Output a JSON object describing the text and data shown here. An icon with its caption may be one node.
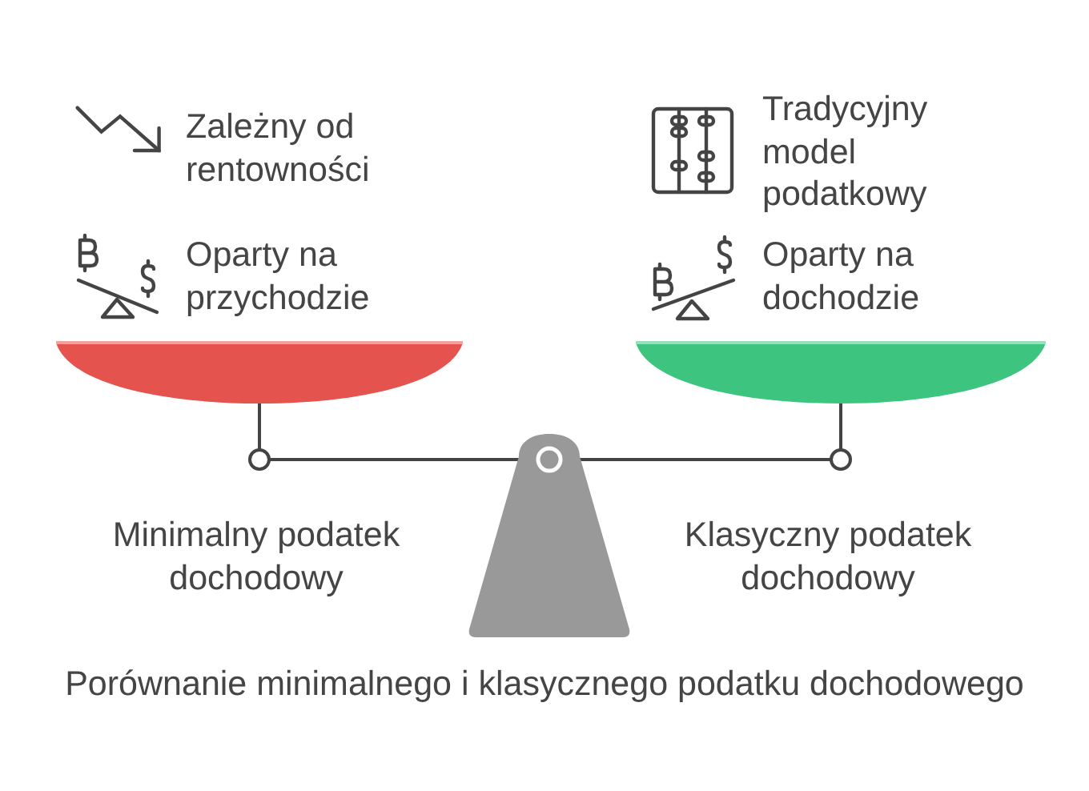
{
  "diagram": {
    "caption": "Porównanie minimalnego i klasycznego podatku dochodowego",
    "labels": [
      "Zależny od rentowności",
      "Oparty na przychodzie",
      "Tradycyjny model podatkowy",
      "Oparty na dochodzie",
      "Minimalny podatek dochodowy",
      "Klasyczny podatek dochodowy"
    ]
  }
}
